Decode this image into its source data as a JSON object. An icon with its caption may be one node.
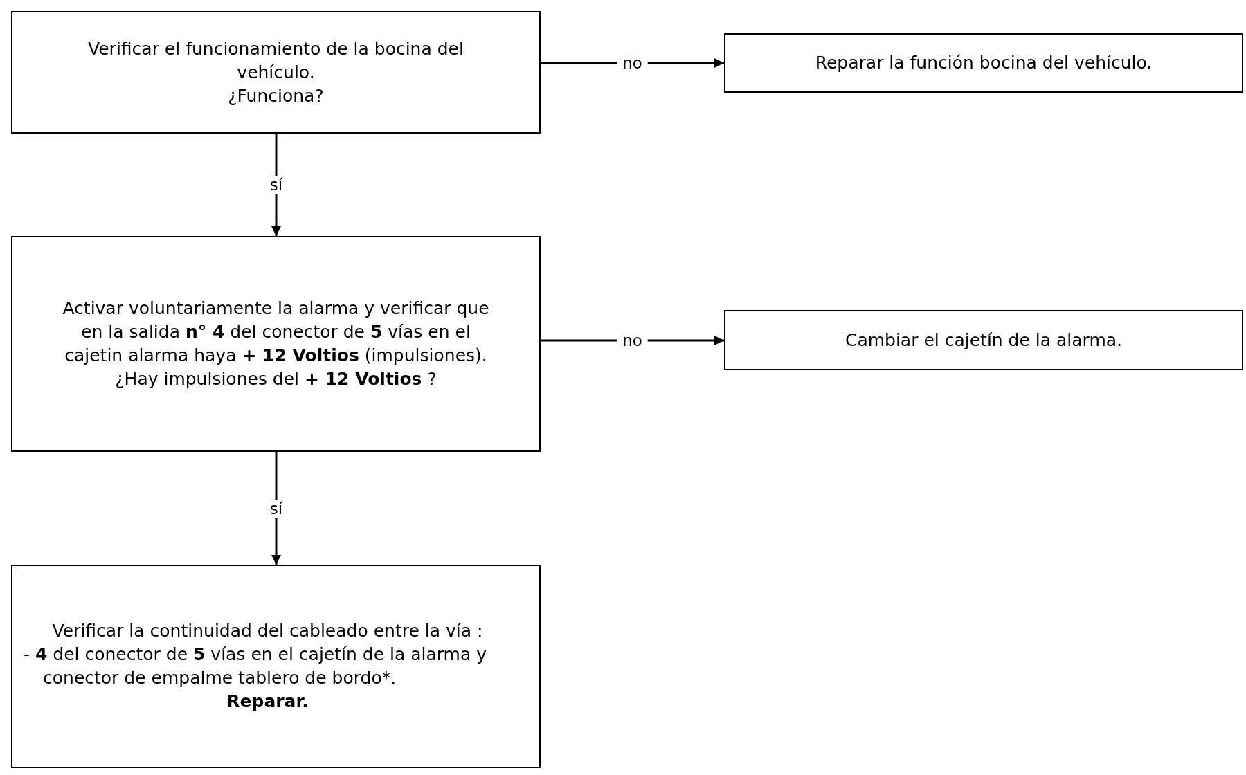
{
  "diagram": {
    "nodes": [
      {
        "text": [
          "Verificar el funcionamiento de la bocina del vehículo.",
          "¿Funciona?"
        ]
      },
      {
        "text": [
          "Reparar la función bocina del vehículo."
        ]
      },
      {
        "text": [
          "Activar voluntariamente la alarma y verificar que en la salida **n° 4** del conector de **5** vías en el cajetin alarma haya **+ 12 Voltios** (impulsiones).",
          "¿Hay impulsiones del **+ 12 Voltios** ?"
        ]
      },
      {
        "text": [
          "Cambiar el cajetín de la alarma."
        ]
      },
      {
        "text": [
          "Verificar la continuidad del cableado entre la vía :",
          "- **4** del conector de **5** vías en el cajetín de la alarma y conector de empalme tablero de bordo*.",
          "Reparar."
        ]
      }
    ],
    "edges": [
      {
        "from": 0,
        "to": 1,
        "arrow": "to",
        "label": "no"
      },
      {
        "from": 0,
        "to": 2,
        "arrow": "to",
        "label": "sí"
      },
      {
        "from": 2,
        "to": 3,
        "arrow": "to",
        "label": "no"
      },
      {
        "from": 2,
        "to": 4,
        "arrow": "to",
        "label": "sí"
      }
    ]
  }
}
